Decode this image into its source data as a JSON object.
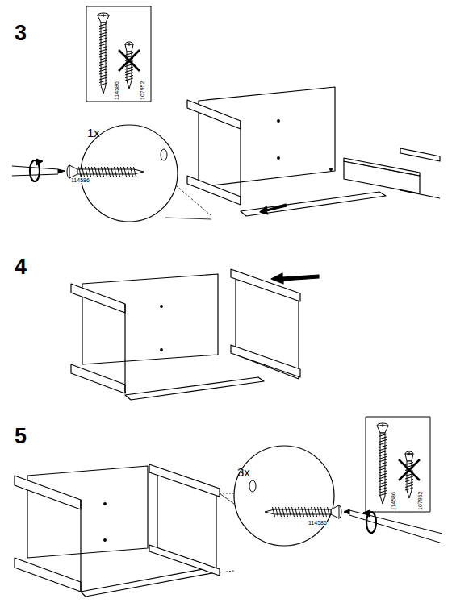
{
  "diagram": {
    "nodes": [
      {
        "text": [
          "114586",
          "107952"
        ]
      },
      {
        "text": [
          "1x",
          "114586"
        ]
      },
      {
        "text": [
          "3x",
          "114586"
        ]
      },
      {
        "text": [
          "114586",
          "107952"
        ]
      }
    ],
    "labels": [
      "3",
      "4",
      "5"
    ]
  }
}
